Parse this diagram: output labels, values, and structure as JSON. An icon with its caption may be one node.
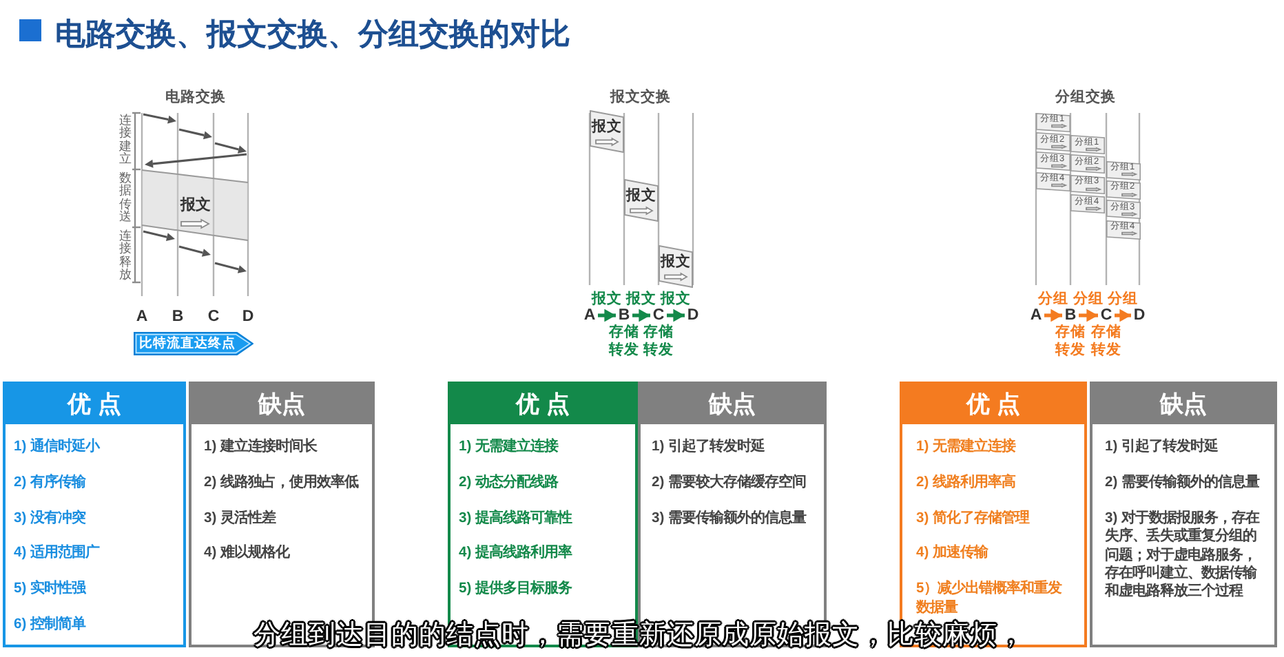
{
  "diagram": {
    "title": "电路交换、报文交换、分组交换的对比",
    "nodes": [
      {
        "text": [
          "报文"
        ]
      },
      {
        "text": [
          "比特流直达终点"
        ]
      },
      {
        "text": [
          "报文"
        ]
      },
      {
        "text": [
          "报文"
        ]
      },
      {
        "text": [
          "报文"
        ]
      },
      {
        "text": [
          "A"
        ]
      },
      {
        "text": [
          "B"
        ],
        "beside": [
          "存储转发"
        ]
      },
      {
        "text": [
          "C"
        ],
        "beside": [
          "存储转发"
        ]
      },
      {
        "text": [
          "D"
        ]
      },
      {
        "text": [
          "分组1"
        ]
      },
      {
        "text": [
          "分组2"
        ]
      },
      {
        "text": [
          "分组3"
        ]
      },
      {
        "text": [
          "分组4"
        ]
      },
      {
        "text": [
          "分组1"
        ]
      },
      {
        "text": [
          "分组2"
        ]
      },
      {
        "text": [
          "分组3"
        ]
      },
      {
        "text": [
          "分组4"
        ]
      },
      {
        "text": [
          "分组1"
        ]
      },
      {
        "text": [
          "分组2"
        ]
      },
      {
        "text": [
          "分组3"
        ]
      },
      {
        "text": [
          "分组4"
        ]
      },
      {
        "text": [
          "A"
        ]
      },
      {
        "text": [
          "B"
        ],
        "beside": [
          "存储转发"
        ]
      },
      {
        "text": [
          "C"
        ],
        "beside": [
          "存储转发"
        ]
      },
      {
        "text": [
          "D"
        ]
      },
      {
        "text": [
          "优 点",
          "1) 通信时延小",
          "2) 有序传输",
          "3) 没有冲突",
          "4) 适用范围广",
          "5) 实时性强",
          "6) 控制简单"
        ]
      },
      {
        "text": [
          "缺点",
          "1) 建立连接时间长",
          "2) 线路独占，使用效率低",
          "3) 灵活性差",
          "4) 难以规格化"
        ]
      },
      {
        "text": [
          "优 点",
          "1) 无需建立连接",
          "2) 动态分配线路",
          "3) 提高线路可靠性",
          "4) 提高线路利用率",
          "5) 提供多目标服务"
        ]
      },
      {
        "text": [
          "缺点",
          "1) 引起了转发时延",
          "2) 需要较大存储缓存空间",
          "3) 需要传输额外的信息量"
        ]
      },
      {
        "text": [
          "优 点",
          "1) 无需建立连接",
          "2) 线路利用率高",
          "3) 简化了存储管理",
          "4) 加速传输",
          "5）减少出错概率和重发数据量"
        ]
      },
      {
        "text": [
          "缺点",
          "1) 引起了转发时延",
          "2) 需要传输额外的信息量",
          "3) 对于数据报服务，存在失序、丢失或重复分组的问题；对于虚电路服务，存在呼叫建立、数据传输和虚电路释放三个过程"
        ]
      }
    ],
    "edges": [
      {
        "from": 5,
        "to": 6,
        "arrow": "to",
        "label": "报文",
        "color": "#13894a"
      },
      {
        "from": 6,
        "to": 7,
        "arrow": "to",
        "label": "报文",
        "color": "#13894a"
      },
      {
        "from": 7,
        "to": 8,
        "arrow": "to",
        "label": "报文",
        "color": "#13894a"
      },
      {
        "from": 21,
        "to": 22,
        "arrow": "to",
        "label": "分组",
        "color": "#f47b20"
      },
      {
        "from": 22,
        "to": 23,
        "arrow": "to",
        "label": "分组",
        "color": "#f47b20"
      },
      {
        "from": 23,
        "to": 24,
        "arrow": "to",
        "label": "分组",
        "color": "#f47b20"
      }
    ],
    "labels": [
      "电路交换",
      "连接建立",
      "数据传送",
      "连接释放",
      "A",
      "B",
      "C",
      "D",
      "报文交换",
      "分组交换",
      "分组到达目的的结点时，需要重新还原成原始报文，比较麻烦，"
    ]
  }
}
